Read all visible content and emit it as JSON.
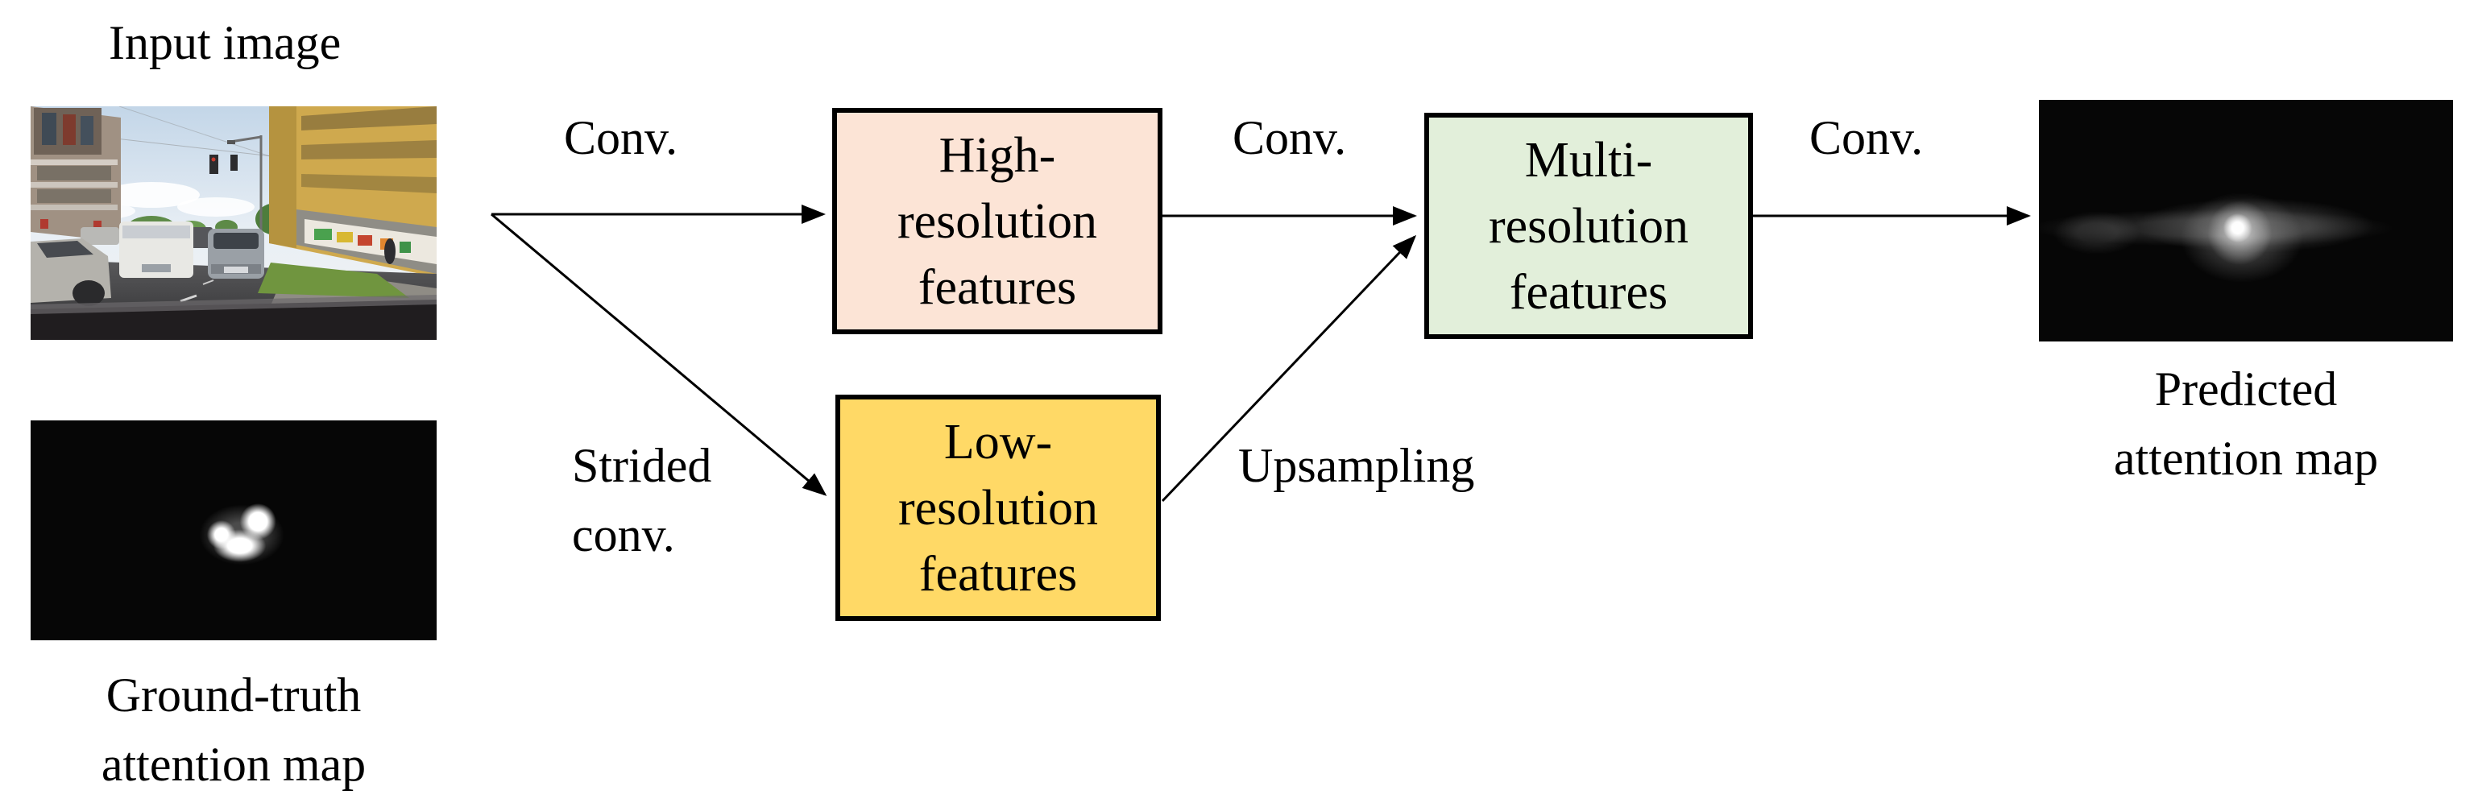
{
  "figure": {
    "input_label": "Input image",
    "gt_caption": {
      "line1": "Ground-truth",
      "line2": "attention map"
    },
    "pred_caption": {
      "line1": "Predicted",
      "line2": "attention map"
    },
    "input_scene": "dashcam street scene with cars, white van, yellow building",
    "gt_map_desc": "black map with small white blob cluster near center",
    "pred_map_desc": "black map with soft white blob and faint horizontal streak"
  },
  "nodes": {
    "high_res": {
      "line1": "High-",
      "line2": "resolution",
      "line3": "features",
      "fill": "#fce4d6",
      "border": "#000000"
    },
    "low_res": {
      "line1": "Low-",
      "line2": "resolution",
      "line3": "features",
      "fill": "#ffd966",
      "border": "#000000"
    },
    "multi_res": {
      "line1": "Multi-",
      "line2": "resolution",
      "line3": "features",
      "fill": "#e2efda",
      "border": "#000000"
    }
  },
  "edges": {
    "conv1_label": "Conv.",
    "conv2_label": "Conv.",
    "conv3_label": "Conv.",
    "strided_label": {
      "line1": "Strided",
      "line2": "conv."
    },
    "upsampling_label": "Upsampling",
    "arrow_color": "#000000"
  }
}
